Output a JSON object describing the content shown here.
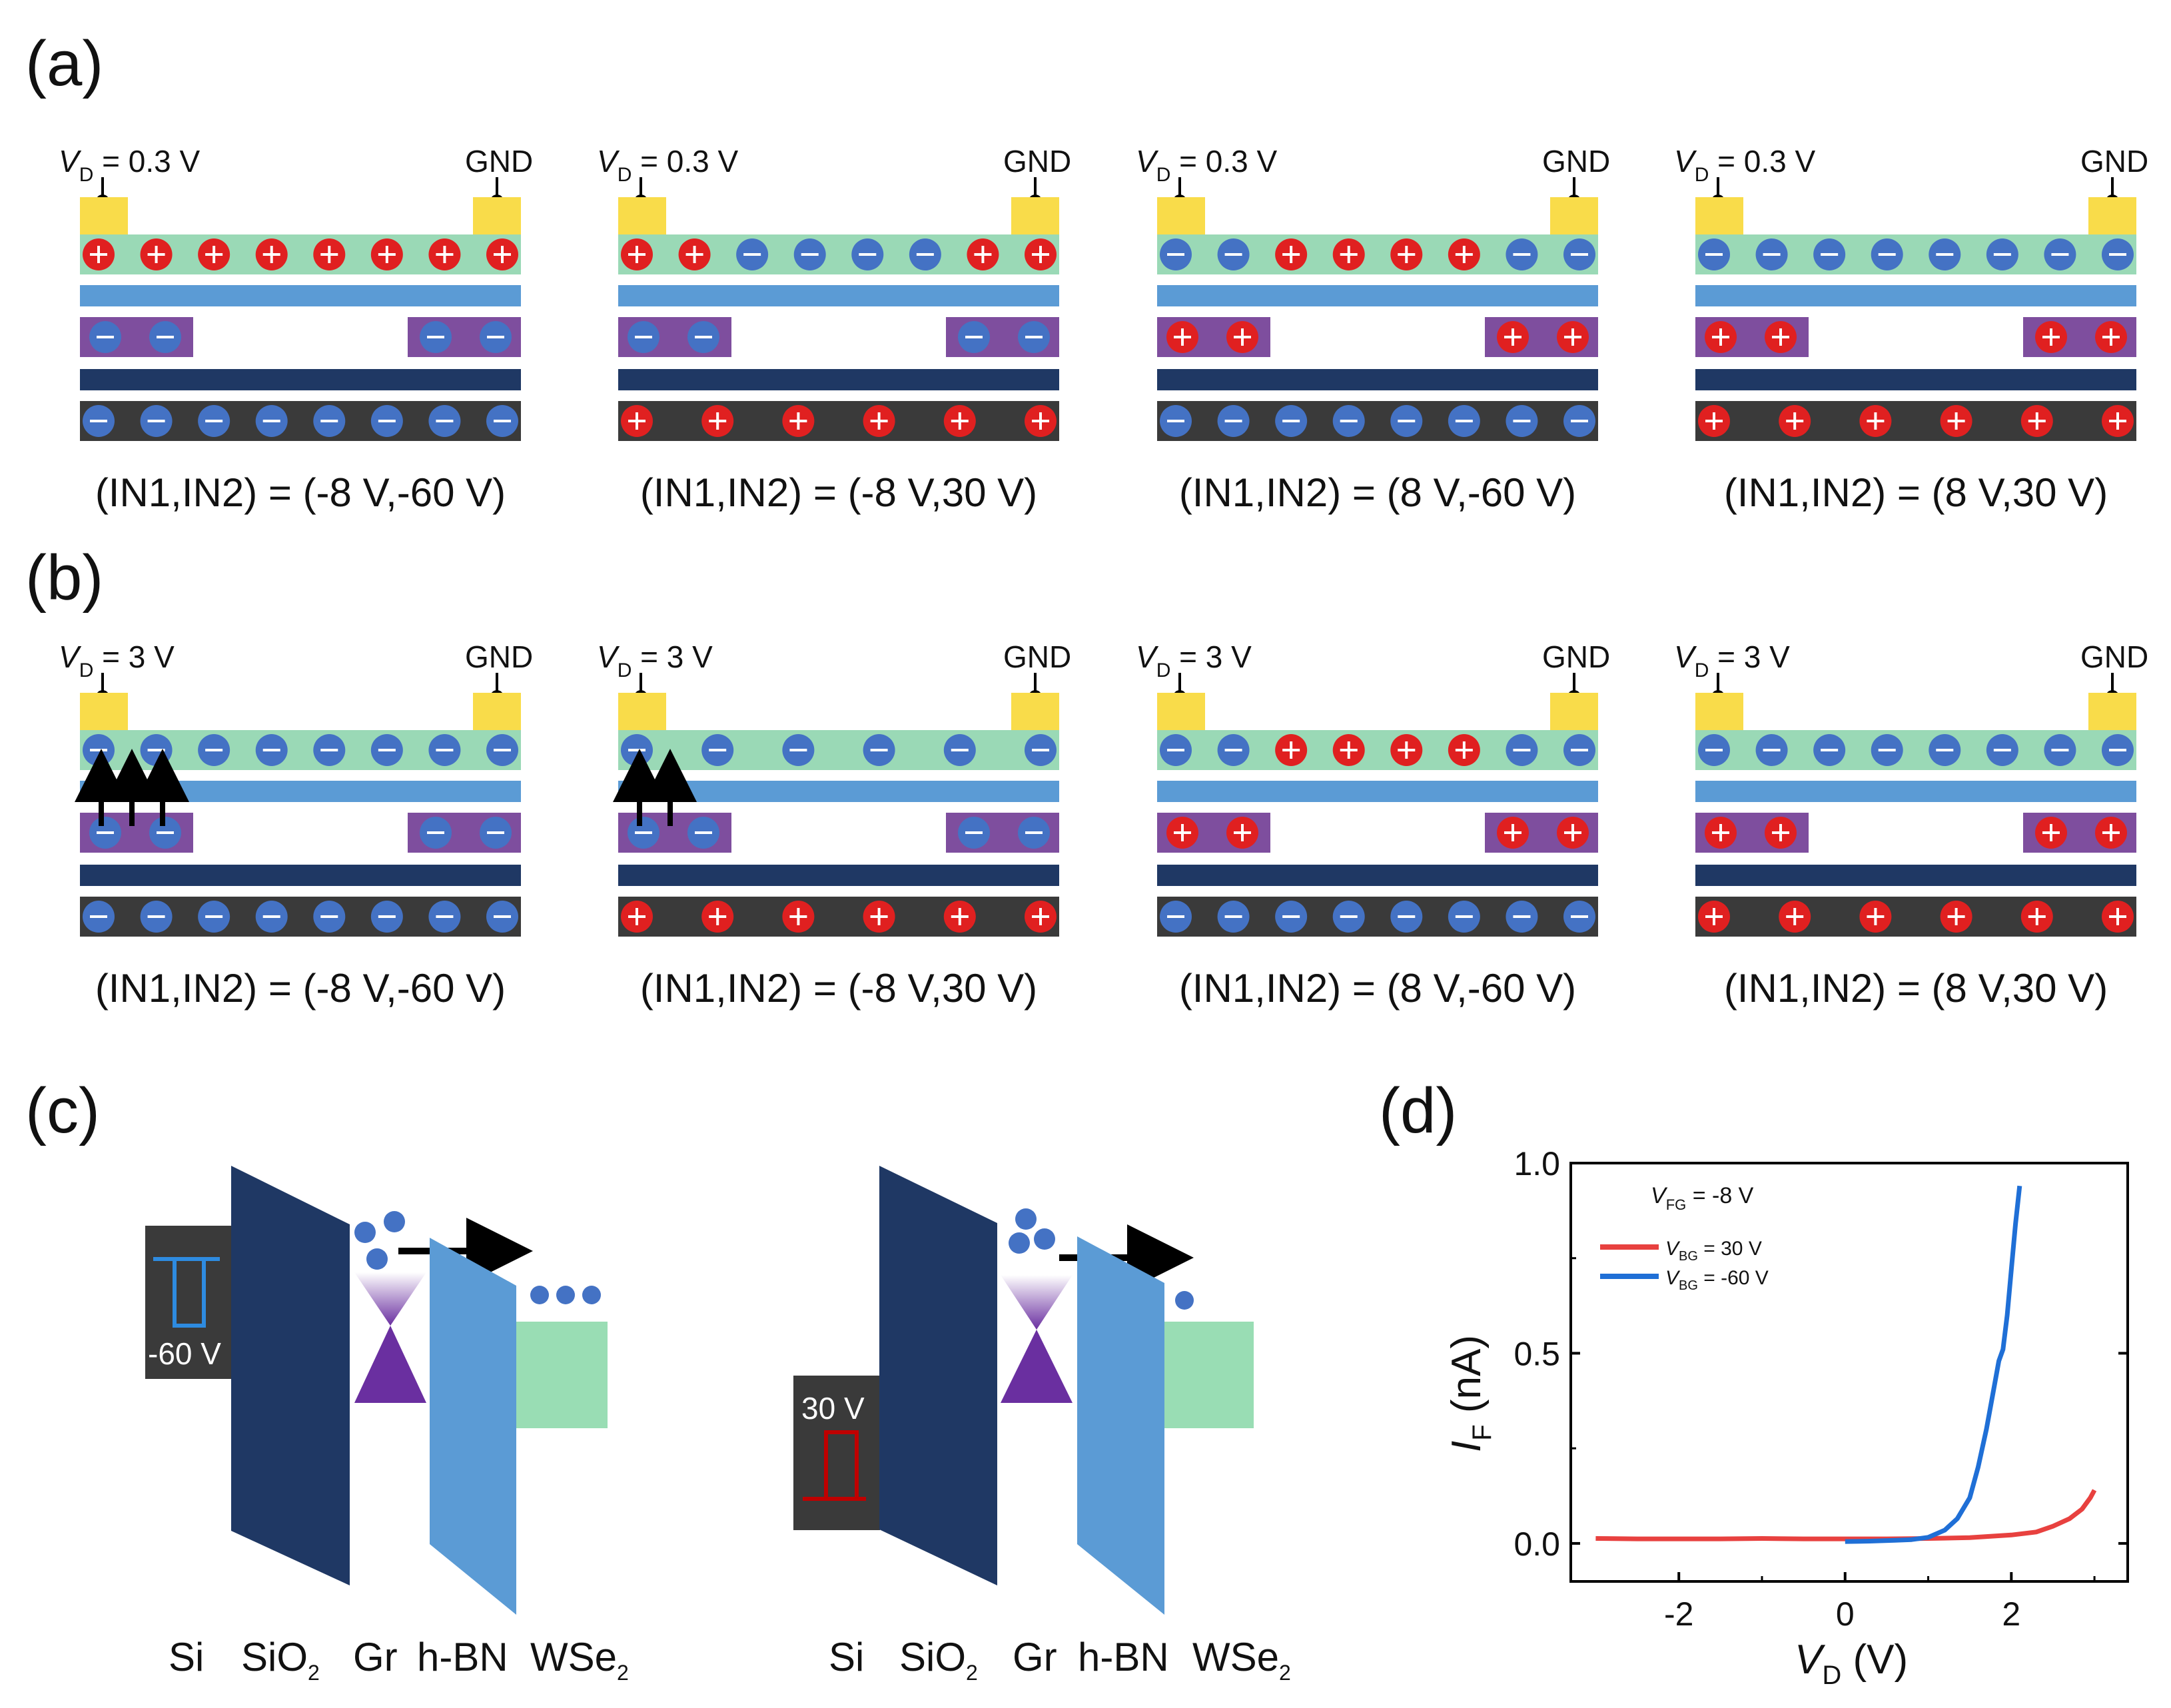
{
  "panels": {
    "a": {
      "label": "(a)",
      "vd_prefix": "V",
      "vd_sub": "D",
      "vd_value": " = 0.3 V",
      "gnd": "GND",
      "cases": [
        {
          "caption": "(IN1,IN2) = (-8 V,-60 V)",
          "gr": [
            "+",
            "+",
            "+",
            "+",
            "+",
            "+",
            "+",
            "+"
          ],
          "fg": [
            "-",
            "-",
            "-",
            "-"
          ],
          "si": [
            "-",
            "-",
            "-",
            "-",
            "-",
            "-",
            "-",
            "-"
          ],
          "arrows": 0
        },
        {
          "caption": "(IN1,IN2) = (-8 V,30 V)",
          "gr": [
            "+",
            "+",
            "-",
            "-",
            "-",
            "-",
            "+",
            "+"
          ],
          "fg": [
            "-",
            "-",
            "-",
            "-"
          ],
          "si": [
            "+",
            "+",
            "+",
            "+",
            "+",
            "+"
          ],
          "arrows": 0
        },
        {
          "caption": "(IN1,IN2) = (8 V,-60 V)",
          "gr": [
            "-",
            "-",
            "+",
            "+",
            "+",
            "+",
            "-",
            "-"
          ],
          "fg": [
            "+",
            "+",
            "+",
            "+"
          ],
          "si": [
            "-",
            "-",
            "-",
            "-",
            "-",
            "-",
            "-",
            "-"
          ],
          "arrows": 0
        },
        {
          "caption": "(IN1,IN2) = (8 V,30 V)",
          "gr": [
            "-",
            "-",
            "-",
            "-",
            "-",
            "-",
            "-",
            "-"
          ],
          "fg": [
            "+",
            "+",
            "+",
            "+"
          ],
          "si": [
            "+",
            "+",
            "+",
            "+",
            "+",
            "+"
          ],
          "arrows": 0
        }
      ]
    },
    "b": {
      "label": "(b)",
      "vd_prefix": "V",
      "vd_sub": "D",
      "vd_value": " = 3 V",
      "gnd": "GND",
      "cases": [
        {
          "caption": "(IN1,IN2) = (-8 V,-60 V)",
          "gr": [
            "-",
            "-",
            "-",
            "-",
            "-",
            "-",
            "-",
            "-"
          ],
          "fg": [
            "-",
            "-",
            "-",
            "-"
          ],
          "si": [
            "-",
            "-",
            "-",
            "-",
            "-",
            "-",
            "-",
            "-"
          ],
          "arrows": 3
        },
        {
          "caption": "(IN1,IN2) = (-8 V,30 V)",
          "gr": [
            "-",
            "-",
            "-",
            "-",
            "-",
            "-"
          ],
          "fg": [
            "-",
            "-",
            "-",
            "-"
          ],
          "si": [
            "+",
            "+",
            "+",
            "+",
            "+",
            "+"
          ],
          "arrows": 2
        },
        {
          "caption": "(IN1,IN2) = (8 V,-60 V)",
          "gr": [
            "-",
            "-",
            "+",
            "+",
            "+",
            "+",
            "-",
            "-"
          ],
          "fg": [
            "+",
            "+",
            "+",
            "+"
          ],
          "si": [
            "-",
            "-",
            "-",
            "-",
            "-",
            "-",
            "-",
            "-"
          ],
          "arrows": 0
        },
        {
          "caption": "(IN1,IN2) = (8 V,30 V)",
          "gr": [
            "-",
            "-",
            "-",
            "-",
            "-",
            "-",
            "-",
            "-"
          ],
          "fg": [
            "+",
            "+",
            "+",
            "+"
          ],
          "si": [
            "+",
            "+",
            "+",
            "+",
            "+",
            "+"
          ],
          "arrows": 0
        }
      ]
    },
    "c": {
      "label": "(c)",
      "left_gate": "-60 V",
      "right_gate": "30 V",
      "layers": [
        "Si",
        "SiO",
        "Gr",
        "h-BN",
        "WSe"
      ],
      "sub2": "2"
    },
    "d": {
      "label": "(d)"
    }
  },
  "colors": {
    "gold": "#F9DC4A",
    "graphene": "#9AD9B6",
    "hbn": "#5B9BD5",
    "floating_gate": "#7E4E9E",
    "sio2": "#1F3864",
    "si": "#3A3A3A",
    "electron": "#4472C4",
    "hole": "#E02020",
    "wse2": "#99DDB4",
    "cone": "#6A2FA0",
    "red_trace": "#E8413F",
    "blue_trace": "#1F6FD6",
    "gate_blue": "#2E8BE0",
    "gate_red": "#C00000"
  },
  "chart_data": {
    "type": "line",
    "title": "",
    "annotation_prefix": "V",
    "annotation_sub": "FG",
    "annotation_value": " = -8 V",
    "xlabel_prefix": "V",
    "xlabel_sub": "D",
    "xlabel_unit": " (V)",
    "ylabel_prefix": "I",
    "ylabel_sub": "F",
    "ylabel_unit": " (nA)",
    "xlim": [
      -3.3,
      3.4
    ],
    "ylim": [
      -0.1,
      1.0
    ],
    "xticks": [
      -2,
      0,
      2
    ],
    "xtick_labels": [
      "-2",
      "0",
      "2"
    ],
    "yticks": [
      0.0,
      0.5,
      1.0
    ],
    "ytick_labels": [
      "0.0",
      "0.5",
      "1.0"
    ],
    "legend_position": "top-left",
    "series": [
      {
        "name_prefix": "V",
        "name_sub": "BG",
        "name_value": " = 30 V",
        "color": "#E8413F",
        "x": [
          -3.0,
          -2.5,
          -2.0,
          -1.5,
          -1.0,
          -0.5,
          0.0,
          0.5,
          1.0,
          1.5,
          2.0,
          2.3,
          2.5,
          2.7,
          2.85,
          2.95,
          3.0
        ],
        "y": [
          0.013,
          0.012,
          0.012,
          0.012,
          0.013,
          0.012,
          0.012,
          0.012,
          0.013,
          0.015,
          0.022,
          0.03,
          0.045,
          0.065,
          0.09,
          0.12,
          0.14
        ]
      },
      {
        "name_prefix": "V",
        "name_sub": "BG",
        "name_value": " = -60 V",
        "color": "#1F6FD6",
        "x": [
          0.0,
          0.3,
          0.6,
          0.8,
          1.0,
          1.2,
          1.35,
          1.5,
          1.6,
          1.7,
          1.8,
          1.85,
          1.9,
          1.95,
          2.0,
          2.05,
          2.1
        ],
        "y": [
          0.005,
          0.006,
          0.008,
          0.01,
          0.016,
          0.035,
          0.065,
          0.12,
          0.2,
          0.3,
          0.42,
          0.48,
          0.51,
          0.6,
          0.72,
          0.84,
          0.94
        ]
      }
    ]
  }
}
